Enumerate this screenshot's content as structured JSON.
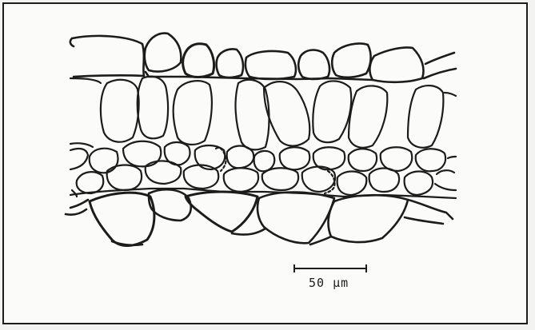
{
  "figure": {
    "type": "leaf cross-section line drawing"
  },
  "scale_bar": {
    "label": "50 µm",
    "length_um": 50
  },
  "colors": {
    "ink": "#1c1c1c",
    "paper": "#fbfbf9",
    "background": "#f3f3f1"
  }
}
